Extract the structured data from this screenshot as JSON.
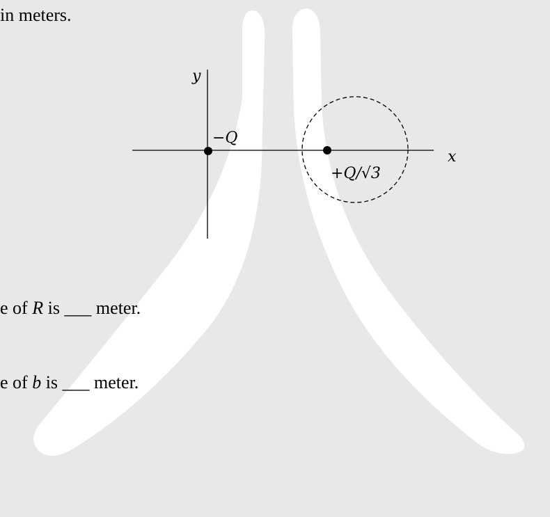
{
  "document": {
    "top_text": "in meters.",
    "question_r": {
      "prefix": "e of ",
      "var": "R",
      "suffix": " is ___ meter."
    },
    "question_b": {
      "prefix": "e of ",
      "var": "b",
      "suffix": " is ___ meter."
    }
  },
  "diagram": {
    "y_axis_label": "y",
    "x_axis_label": "x",
    "charge1_label": "−Q",
    "charge2_label": "+Q/√3"
  },
  "colors": {
    "background": "#e8e8e8",
    "watermark": "#ffffff",
    "ink": "#000000"
  }
}
